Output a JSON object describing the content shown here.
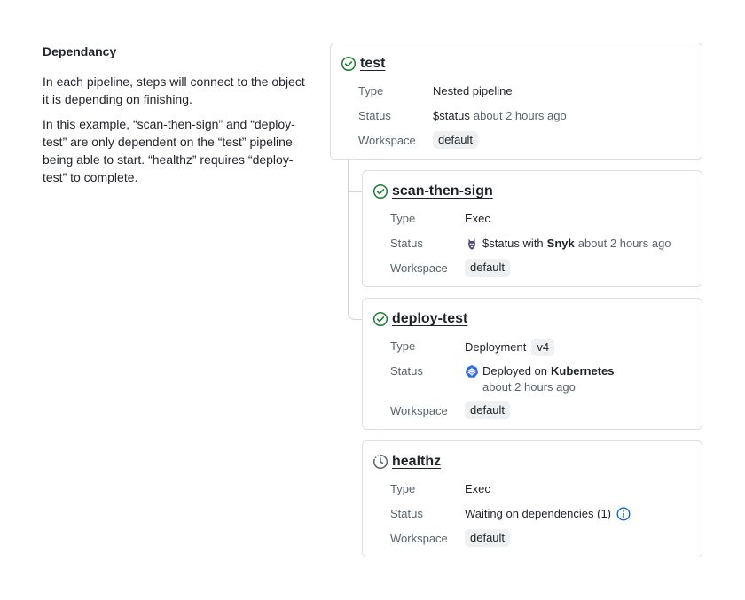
{
  "intro": {
    "title": "Dependancy",
    "paragraph1": "In each pipeline, steps will connect to the object it is depending on finishing.",
    "paragraph2": "In this example, “scan-then-sign” and “deploy-test” are only dependent on the “test” pipeline being able to start. “healthz” requires “deploy-test” to complete."
  },
  "labels": {
    "type": "Type",
    "status": "Status",
    "workspace": "Workspace"
  },
  "cards": {
    "test": {
      "name": "test",
      "status_icon": "check-circle-icon",
      "type": "Nested pipeline",
      "status_text": "$status",
      "status_time": "about 2 hours ago",
      "workspace": "default"
    },
    "scan": {
      "name": "scan-then-sign",
      "status_icon": "check-circle-icon",
      "type": "Exec",
      "status_icon_name": "snyk-icon",
      "status_text": "$status with",
      "status_provider": "Snyk",
      "status_time": "about 2 hours ago",
      "workspace": "default"
    },
    "deploy": {
      "name": "deploy-test",
      "status_icon": "check-circle-icon",
      "type": "Deployment",
      "version": "v4",
      "status_icon_name": "kubernetes-icon",
      "status_text": "Deployed on",
      "status_provider": "Kubernetes",
      "status_time": "about 2 hours ago",
      "workspace": "default"
    },
    "healthz": {
      "name": "healthz",
      "status_icon": "clock-pending-icon",
      "type": "Exec",
      "status_text": "Waiting on dependencies (1)",
      "info_icon": "info-icon",
      "workspace": "default"
    }
  },
  "colors": {
    "success": "#1a7f37",
    "pending": "#59636e",
    "info": "#0969da",
    "kubernetes": "#326ce5"
  }
}
